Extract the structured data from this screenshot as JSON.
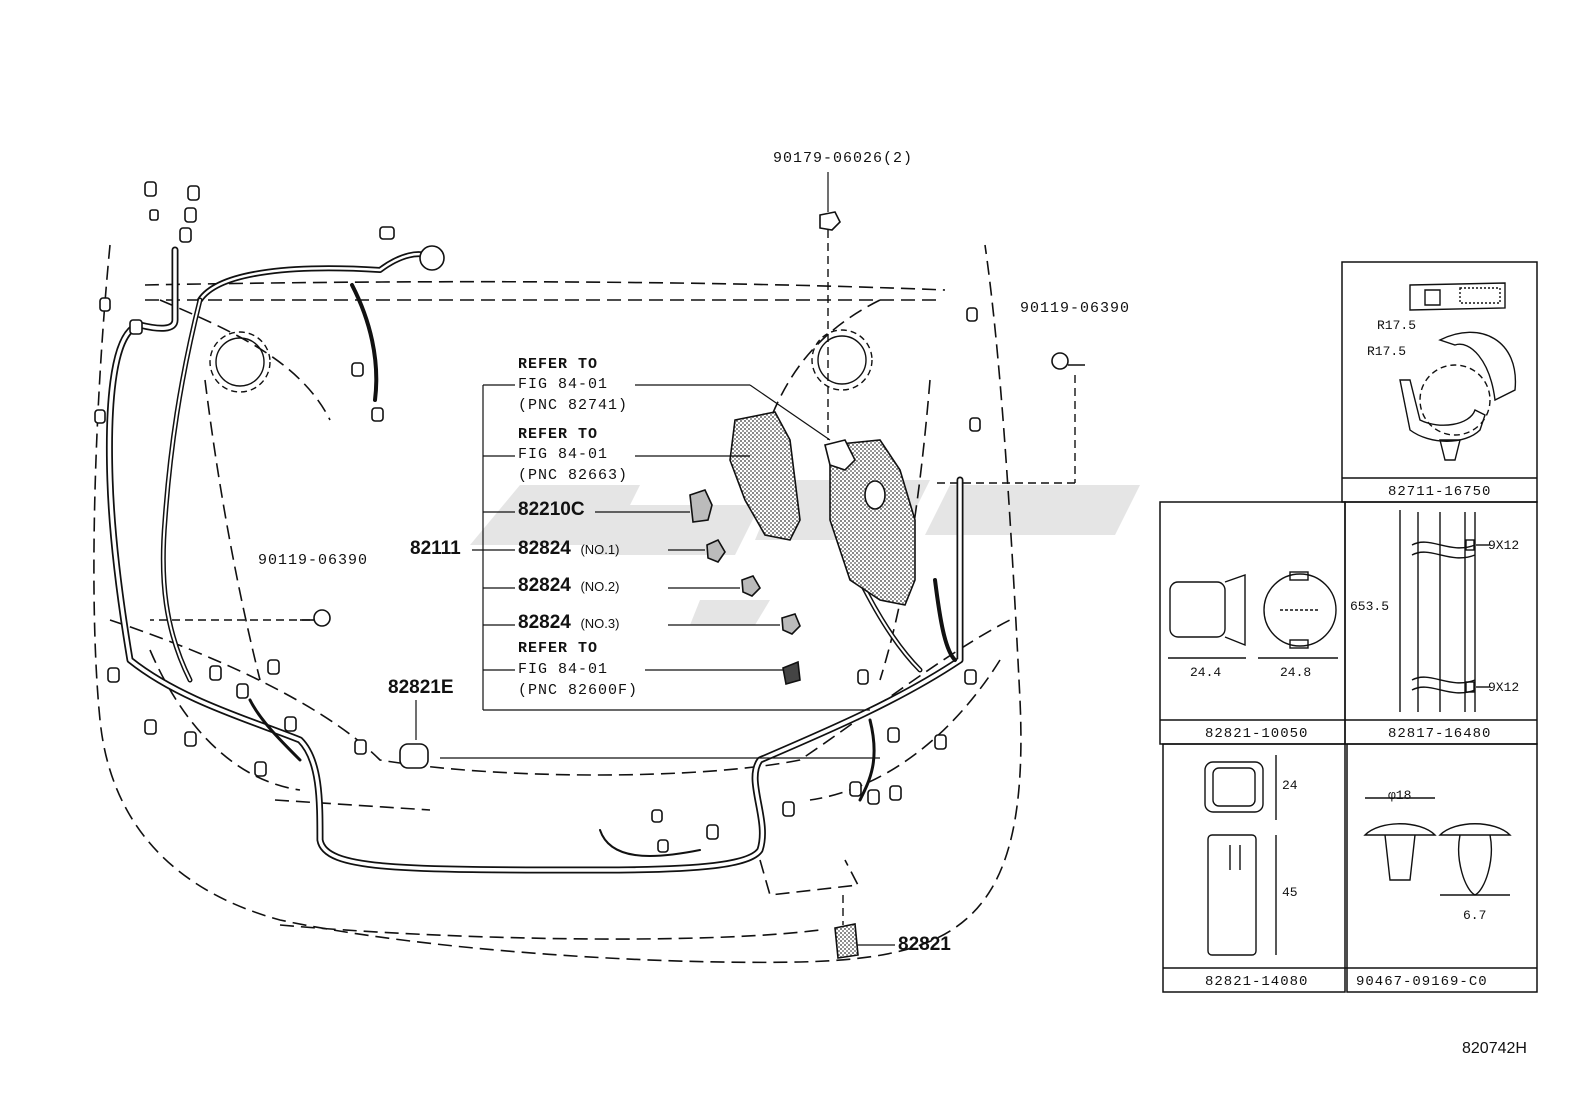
{
  "callouts": {
    "bolt_top": "90179-06026(2)",
    "screw_right": "90119-06390",
    "screw_left": "90119-06390",
    "harness_main": "82111",
    "sensor_82821E": "82821E",
    "sensor_82821": "82821"
  },
  "legend": {
    "refer1": {
      "line1": "REFER TO",
      "line2": "FIG 84-01",
      "line3": "(PNC 82741)"
    },
    "refer2": {
      "line1": "REFER TO",
      "line2": "FIG 84-01",
      "line3": "(PNC 82663)"
    },
    "item_82210c": "82210C",
    "item_no1": {
      "code": "82824",
      "suffix": "(NO.1)"
    },
    "item_no2": {
      "code": "82824",
      "suffix": "(NO.2)"
    },
    "item_no3": {
      "code": "82824",
      "suffix": "(NO.3)"
    },
    "refer3": {
      "line1": "REFER TO",
      "line2": "FIG 84-01",
      "line3": "(PNC 82600F)"
    }
  },
  "detail_boxes": {
    "clamp": {
      "caption": "82711-16750",
      "r1": "R17.5",
      "r2": "R17.5"
    },
    "sensor_10050": {
      "caption": "82821-10050",
      "dim1": "24.4",
      "dim2": "24.8"
    },
    "protector": {
      "caption": "82817-16480",
      "length": "653.5",
      "slot_top": "9X12",
      "slot_bottom": "9X12"
    },
    "sensor_14080": {
      "caption": "82821-14080",
      "width": "24",
      "height": "45"
    },
    "clip": {
      "caption": "90467-09169-C0",
      "diameter": "φ18",
      "thickness": "6.7"
    }
  },
  "figure_id": "820742H"
}
